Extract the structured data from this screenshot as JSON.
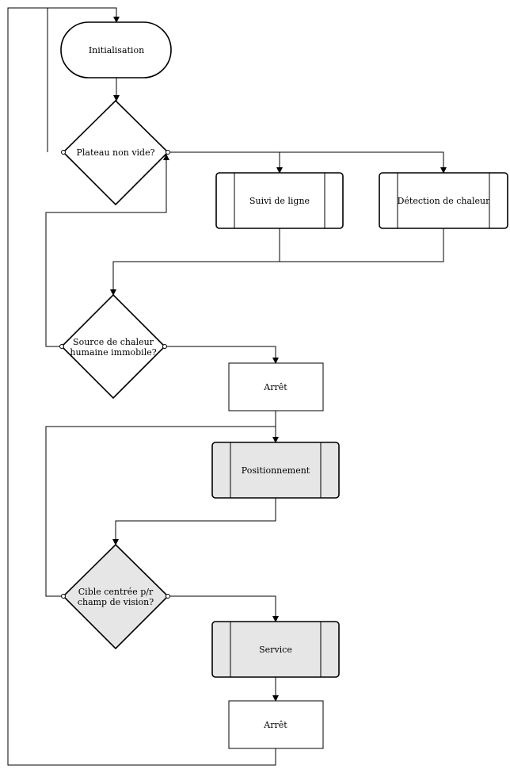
{
  "diagram": {
    "type": "flowchart",
    "nodes": {
      "init": {
        "label": "Initialisation",
        "shape": "terminator"
      },
      "plateau": {
        "label": "Plateau non vide?",
        "shape": "decision"
      },
      "suivi": {
        "label": "Suivi de ligne",
        "shape": "process"
      },
      "detection": {
        "label": "Détection de chaleur",
        "shape": "process"
      },
      "source": {
        "label_line1": "Source de chaleur",
        "label_line2": "humaine immobile?",
        "shape": "decision"
      },
      "arret1": {
        "label": "Arrêt",
        "shape": "box"
      },
      "position": {
        "label": "Positionnement",
        "shape": "process"
      },
      "cible": {
        "label_line1": "Cible centrée p/r",
        "label_line2": "champ de vision?",
        "shape": "decision"
      },
      "service": {
        "label": "Service",
        "shape": "process"
      },
      "arret2": {
        "label": "Arrêt",
        "shape": "box"
      }
    },
    "colors": {
      "fill_default": "#ffffff",
      "fill_highlight": "#e6e6e6",
      "stroke": "#000000"
    }
  }
}
